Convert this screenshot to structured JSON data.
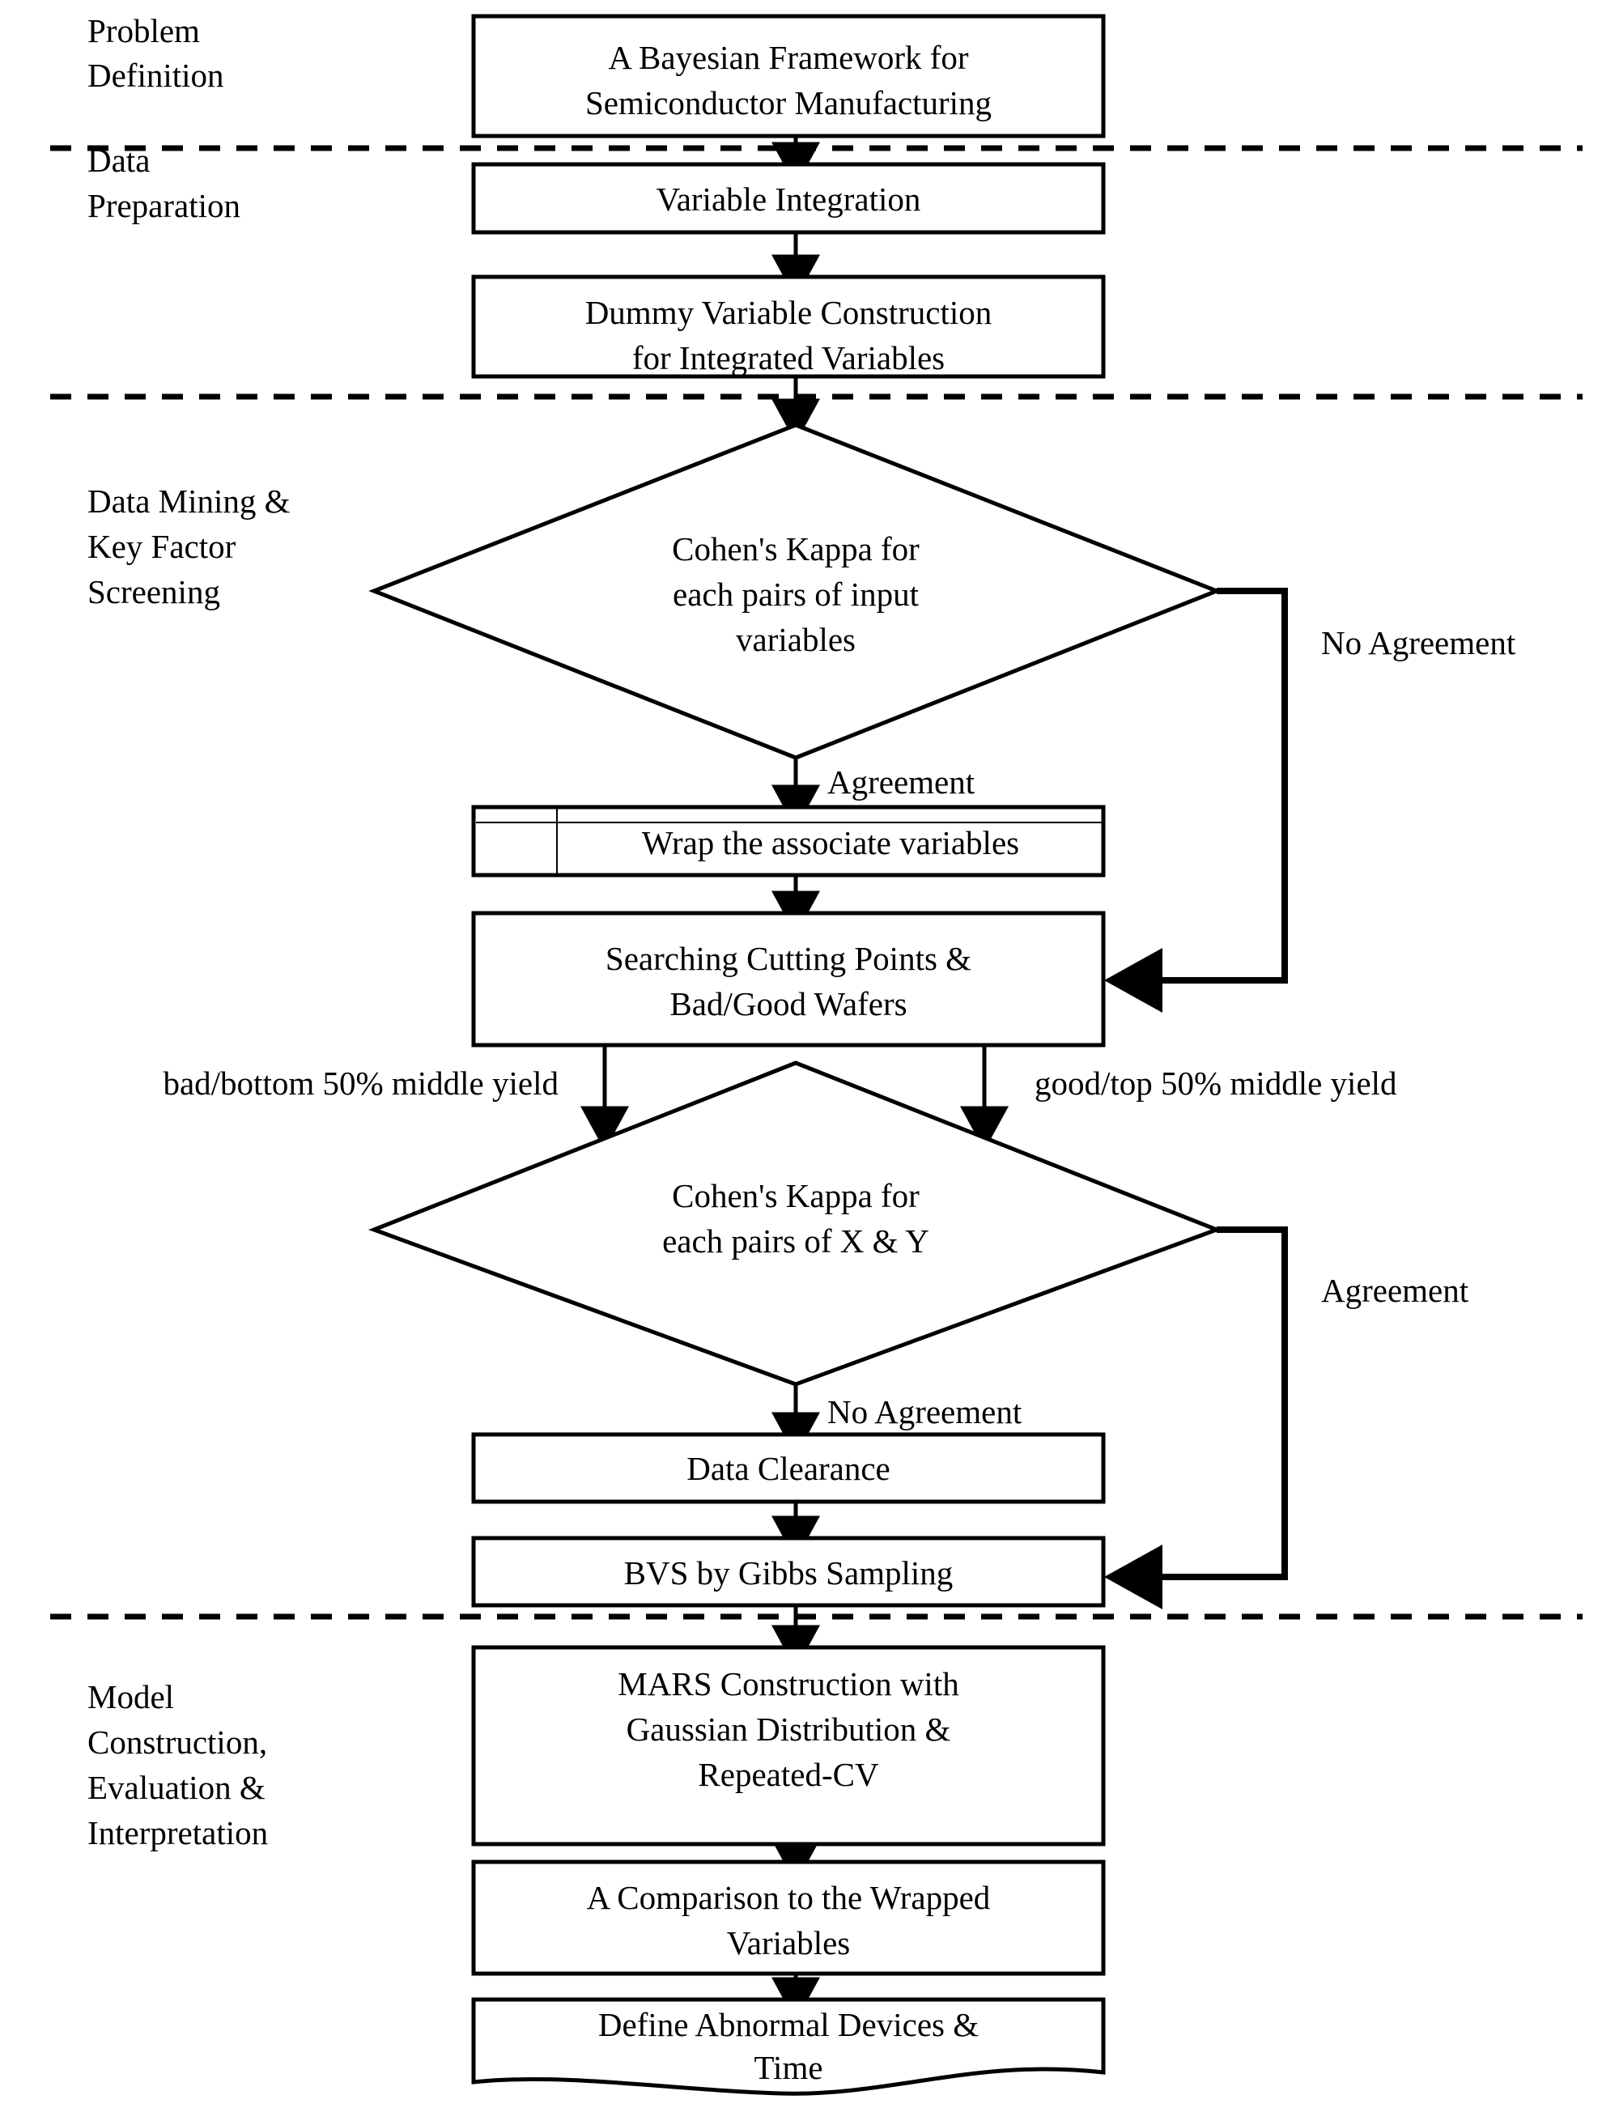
{
  "figure": {
    "type": "flowchart",
    "title": "A Bayesian Framework for Semiconductor Manufacturing",
    "orientation": "top-to-bottom"
  },
  "stages": [
    {
      "id": "problem-definition",
      "lines": [
        "Problem",
        "Definition"
      ]
    },
    {
      "id": "data-preparation",
      "lines": [
        "Data",
        "Preparation"
      ]
    },
    {
      "id": "data-mining-screening",
      "lines": [
        "Data Mining &",
        "Key Factor",
        "Screening"
      ]
    },
    {
      "id": "model-construction",
      "lines": [
        "Model",
        "Construction,",
        "Evaluation &",
        "Interpretation"
      ]
    }
  ],
  "nodes": [
    {
      "id": "bayesian-framework",
      "shape": "process",
      "lines": [
        "A Bayesian Framework for",
        "Semiconductor Manufacturing"
      ]
    },
    {
      "id": "variable-integration",
      "shape": "process",
      "lines": [
        "Variable Integration"
      ]
    },
    {
      "id": "dummy-variable-construction",
      "shape": "process",
      "lines": [
        "Dummy Variable Construction",
        "for Integrated Variables"
      ]
    },
    {
      "id": "cohens-kappa-input-variables",
      "shape": "decision",
      "lines": [
        "Cohen's Kappa for",
        "each pairs of input",
        "variables"
      ]
    },
    {
      "id": "wrap-associate-variables",
      "shape": "predefined-process",
      "lines": [
        "Wrap the associate variables"
      ]
    },
    {
      "id": "searching-cutting-points",
      "shape": "process",
      "lines": [
        "Searching Cutting Points &",
        "Bad/Good Wafers"
      ]
    },
    {
      "id": "cohens-kappa-x-y",
      "shape": "decision",
      "lines": [
        "Cohen's Kappa for",
        "each pairs of X & Y"
      ]
    },
    {
      "id": "data-clearance",
      "shape": "process",
      "lines": [
        "Data Clearance"
      ]
    },
    {
      "id": "bvs-gibbs-sampling",
      "shape": "process",
      "lines": [
        "BVS by Gibbs Sampling"
      ]
    },
    {
      "id": "mars-construction",
      "shape": "process",
      "lines": [
        "MARS Construction with",
        "Gaussian Distribution &",
        "Repeated-CV"
      ]
    },
    {
      "id": "comparison-wrapped-variables",
      "shape": "process",
      "lines": [
        "A Comparison to the Wrapped",
        "Variables"
      ]
    },
    {
      "id": "define-abnormal-devices",
      "shape": "document",
      "lines": [
        "Define Abnormal Devices &",
        "Time"
      ]
    }
  ],
  "edge_labels": {
    "no_agreement_input": "No Agreement",
    "agreement_input": "Agreement",
    "bad_branch": "bad/bottom 50% middle yield",
    "good_branch": "good/top 50% middle yield",
    "agreement_xy": "Agreement",
    "no_agreement_xy": "No Agreement"
  },
  "colors": {
    "stroke": "#000000",
    "fill": "#ffffff",
    "background": "#ffffff"
  }
}
